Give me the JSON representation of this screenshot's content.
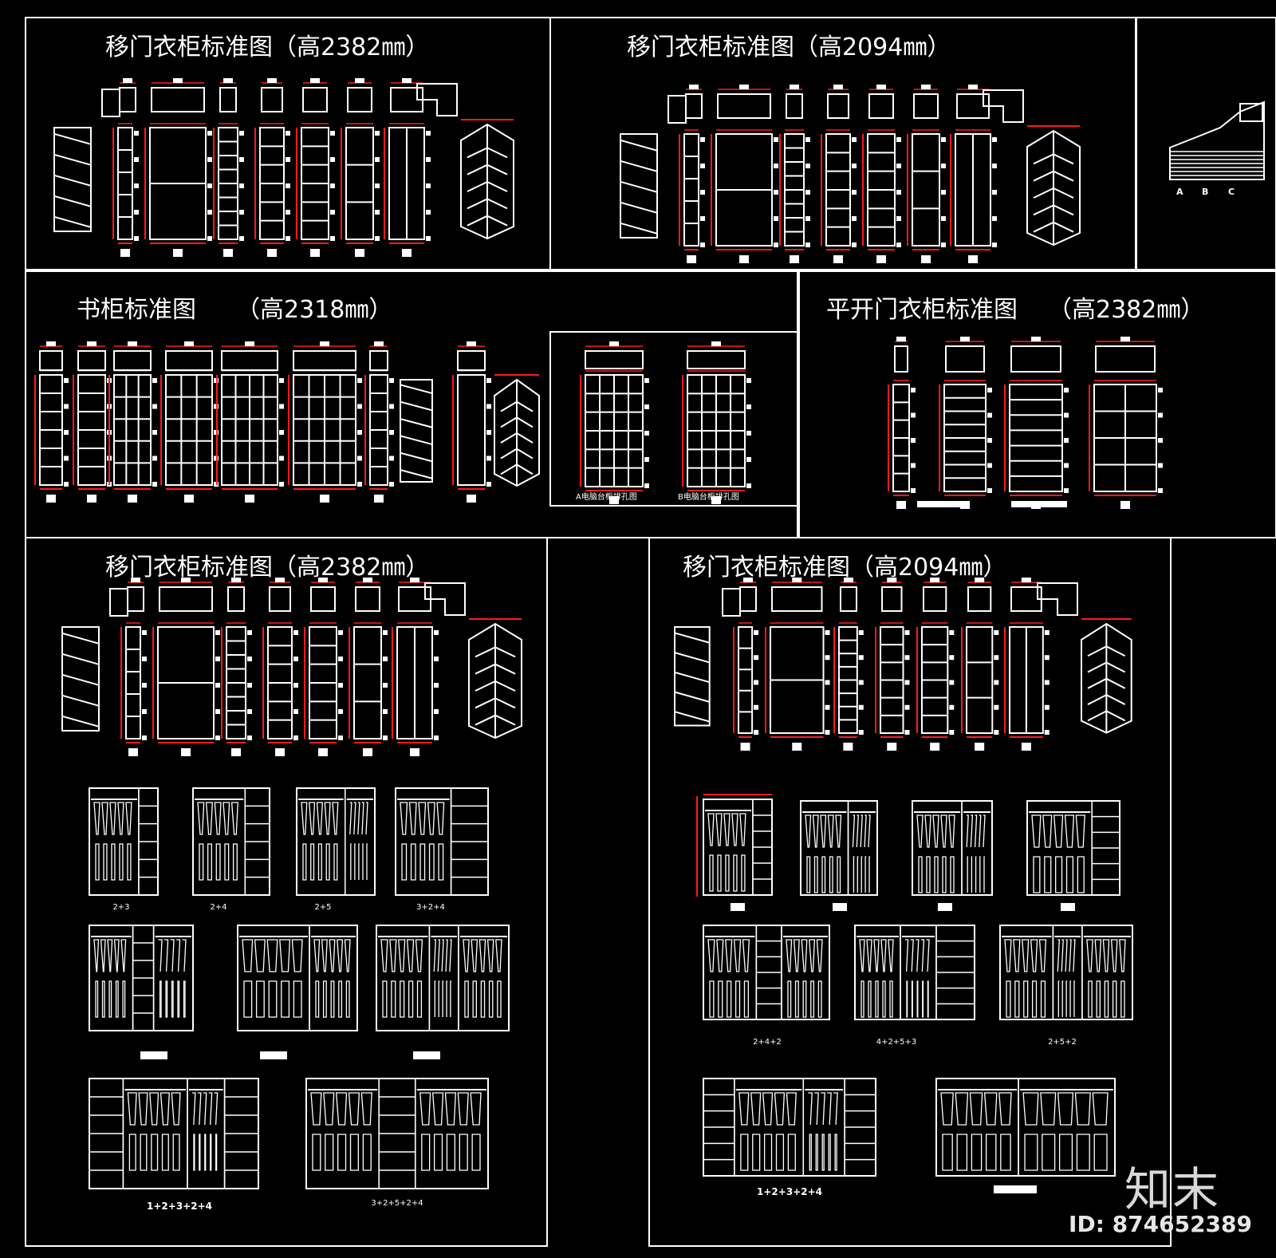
{
  "titles": {
    "slide_2382_top": "移门衣柜标准图（高2382㎜）",
    "slide_2094_top": "移门衣柜标准图（高2094㎜）",
    "bookcase": "书柜标准图",
    "bookcase_height": "（高2318㎜）",
    "hinged": "平开门衣柜标准图",
    "hinged_height": "（高2382㎜）",
    "slide_2382_bottom": "移门衣柜标准图（高2382㎜）",
    "slide_2094_bottom": "移门衣柜标准图（高2094㎜）"
  },
  "bookcase_captions": [
    "A电脑台柜排孔图",
    "B电脑台柜排孔图"
  ],
  "combo_captions_left": [
    "2+3",
    "2+4",
    "2+5",
    "3+2+4",
    "1+2+3+2+4",
    "3+2+5+2+4"
  ],
  "combo_captions_right": [
    "2+4+2",
    "4+2+5+3",
    "2+5+2",
    "1+2+3+2+4"
  ],
  "stair_tags": [
    "A",
    "B",
    "C"
  ],
  "logo": {
    "text": "知末",
    "id": "ID: 874652389"
  }
}
